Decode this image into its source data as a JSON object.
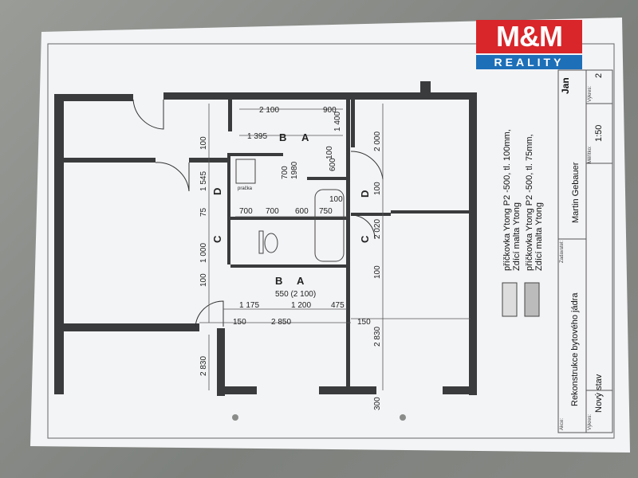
{
  "logo": {
    "brand": "M&M",
    "sub": "REALITY",
    "colors": {
      "red": "#d8262a",
      "blue": "#1d6fb8"
    }
  },
  "title_block": {
    "akce_label": "Akce:",
    "akce": "Rekonstrukce bytového jádra",
    "zadavatel_label": "Zadavatel:",
    "zadavatel": "Martin Gebauer",
    "vykres_label": "Výkres:",
    "vykres": "Nový stav",
    "meritko_label": "Měřítko:",
    "meritko": "1:50",
    "cislo_label": "Výkres:",
    "cislo": "2",
    "author": "Jan"
  },
  "legend": [
    {
      "line1": "příčkovka Ytong P2 -500, tl. 100mm,",
      "line2": "Zdící malta Ytong",
      "pattern": "hatch"
    },
    {
      "line1": "příčkovka Ytong P2 -500, tl. 75mm,",
      "line2": "Zdící malta Ytong",
      "pattern": "crosshatch"
    }
  ],
  "dimensions": {
    "d2100": "2 100",
    "d900": "900",
    "d1400": "1 400",
    "d1395": "1 395",
    "d700v": "700",
    "d1980": "1980",
    "d600v": "600",
    "d100a": "100",
    "d1545": "1 545",
    "d75": "75",
    "d1000": "1 000",
    "d100b": "100",
    "d700a": "700",
    "d700b": "700",
    "d600": "600",
    "d750": "750",
    "d100c": "100",
    "d2000": "2 000",
    "d100d": "100",
    "d2020": "2 020",
    "d100e": "100",
    "d550": "550 (2 100)",
    "d1175": "1 175",
    "d1200": "1 200",
    "d475": "475",
    "d150a": "150",
    "d2850": "2 850",
    "d150b": "150",
    "d2830a": "2 830",
    "d2830b": "2 830",
    "d300": "300",
    "d100f": "100"
  },
  "section_marks": {
    "b1": "B",
    "a1": "A",
    "b2": "B",
    "a2": "A",
    "d1": "D",
    "c1": "C",
    "d2": "D",
    "c2": "C"
  },
  "label_pradlo": "pračka"
}
